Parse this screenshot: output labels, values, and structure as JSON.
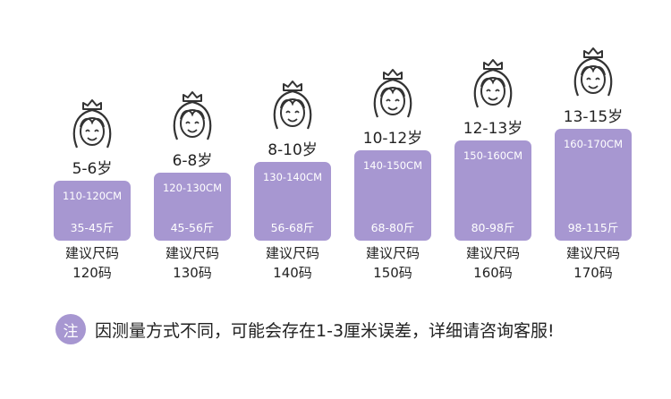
{
  "columns": [
    {
      "age": "5-6岁",
      "height": "110-120CM",
      "weight": "35-45斤",
      "suggest": "建议尺码",
      "size": "120码"
    },
    {
      "age": "6-8岁",
      "height": "120-130CM",
      "weight": "45-56斤",
      "suggest": "建议尺码",
      "size": "130码"
    },
    {
      "age": "8-10岁",
      "height": "130-140CM",
      "weight": "56-68斤",
      "suggest": "建议尺码",
      "size": "140码"
    },
    {
      "age": "10-12岁",
      "height": "140-150CM",
      "weight": "68-80斤",
      "suggest": "建议尺码",
      "size": "150码"
    },
    {
      "age": "12-13岁",
      "height": "150-160CM",
      "weight": "80-98斤",
      "suggest": "建议尺码",
      "size": "160码"
    },
    {
      "age": "13-15岁",
      "height": "160-170CM",
      "weight": "98-115斤",
      "suggest": "建议尺码",
      "size": "170码"
    }
  ],
  "note": {
    "badge": "注",
    "text": "因测量方式不同，可能会存在1-3厘米误差，详细请咨询客服!"
  },
  "colors": {
    "accent": "#a797d1",
    "text": "#222222",
    "background": "#ffffff"
  },
  "icons": [
    "girl-icon"
  ]
}
